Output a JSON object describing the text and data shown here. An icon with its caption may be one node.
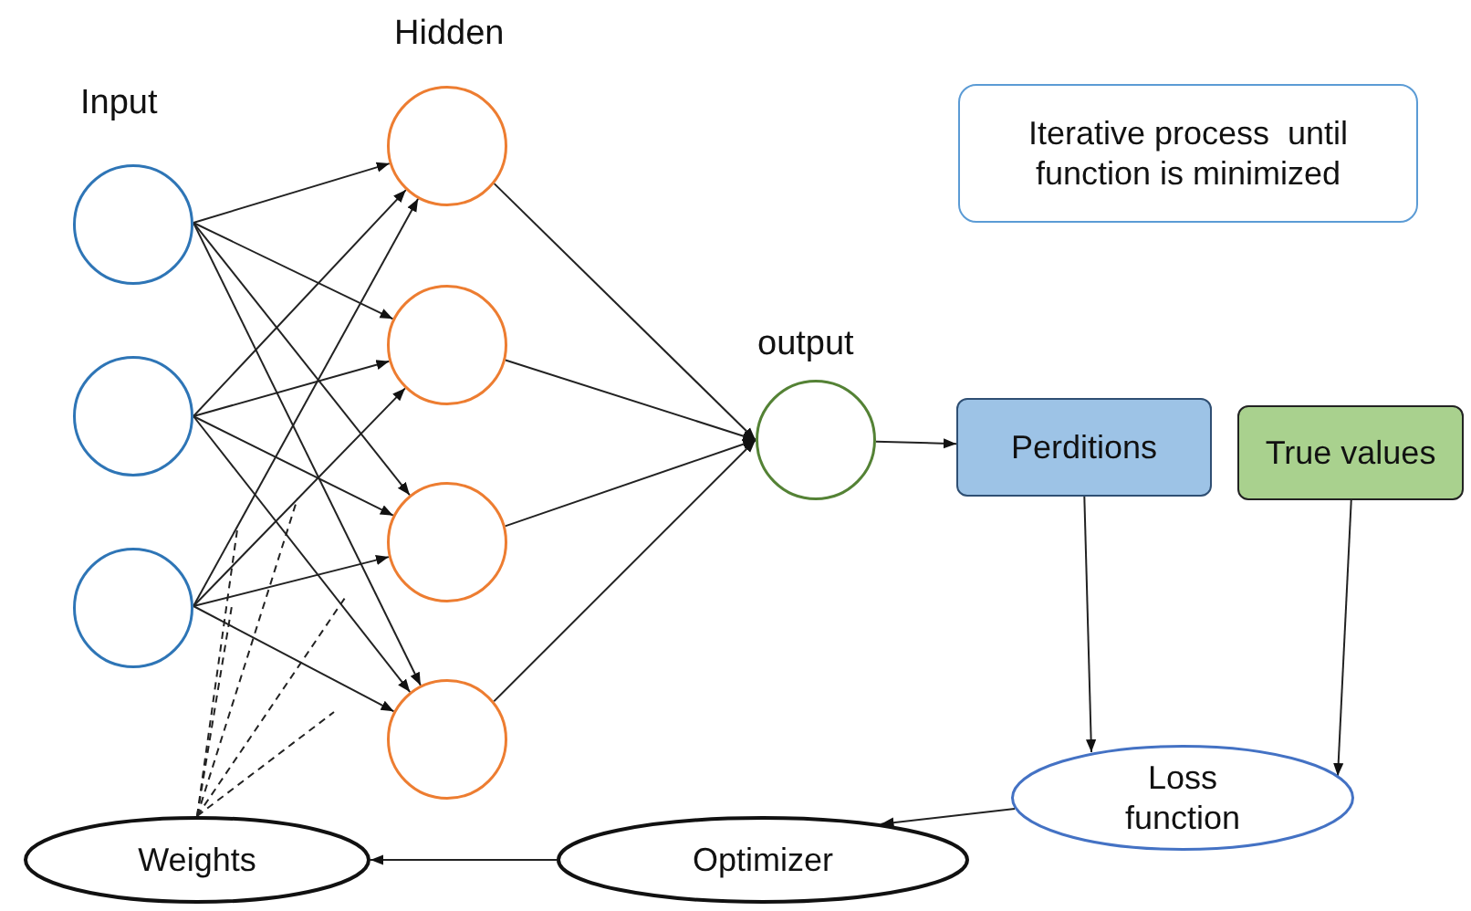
{
  "diagram": {
    "nodes": [
      {
        "text": [],
        "shape": "circle"
      },
      {
        "text": [],
        "shape": "circle"
      },
      {
        "text": [],
        "shape": "circle"
      },
      {
        "text": [],
        "shape": "circle"
      },
      {
        "text": [],
        "shape": "circle"
      },
      {
        "text": [],
        "shape": "circle"
      },
      {
        "text": [],
        "shape": "circle"
      },
      {
        "text": [],
        "shape": "circle",
        "beside": [
          "output"
        ]
      },
      {
        "text": [
          "Iterative process  until function is minimized"
        ]
      },
      {
        "text": [
          "Perditions"
        ]
      },
      {
        "text": [
          "True values"
        ]
      },
      {
        "text": [
          "Loss function"
        ]
      },
      {
        "text": [
          "Optimizer"
        ]
      },
      {
        "text": [
          "Weights"
        ]
      }
    ],
    "edges": [
      {
        "from": 0,
        "to": 3,
        "arrow": "to"
      },
      {
        "from": 0,
        "to": 4,
        "arrow": "to"
      },
      {
        "from": 0,
        "to": 5,
        "arrow": "to"
      },
      {
        "from": 0,
        "to": 6,
        "arrow": "to"
      },
      {
        "from": 1,
        "to": 3,
        "arrow": "to"
      },
      {
        "from": 1,
        "to": 4,
        "arrow": "to"
      },
      {
        "from": 1,
        "to": 5,
        "arrow": "to"
      },
      {
        "from": 1,
        "to": 6,
        "arrow": "to"
      },
      {
        "from": 2,
        "to": 3,
        "arrow": "to"
      },
      {
        "from": 2,
        "to": 4,
        "arrow": "to"
      },
      {
        "from": 2,
        "to": 5,
        "arrow": "to"
      },
      {
        "from": 2,
        "to": 6,
        "arrow": "to"
      },
      {
        "from": 3,
        "to": 7,
        "arrow": "to"
      },
      {
        "from": 4,
        "to": 7,
        "arrow": "to"
      },
      {
        "from": 5,
        "to": 7,
        "arrow": "to"
      },
      {
        "from": 6,
        "to": 7,
        "arrow": "to"
      },
      {
        "from": 7,
        "to": 9,
        "arrow": "to"
      },
      {
        "from": 9,
        "to": 11,
        "arrow": "to"
      },
      {
        "from": 10,
        "to": 11,
        "arrow": "to"
      },
      {
        "from": 11,
        "to": 12,
        "arrow": "to"
      },
      {
        "from": 12,
        "to": 13,
        "arrow": "to"
      },
      {
        "from": 13,
        "to": null,
        "arrow": "none",
        "style": "dashed"
      },
      {
        "from": 13,
        "to": null,
        "arrow": "none",
        "style": "dashed"
      },
      {
        "from": 13,
        "to": null,
        "arrow": "none",
        "style": "dashed"
      },
      {
        "from": 13,
        "to": null,
        "arrow": "none",
        "style": "dashed"
      },
      {
        "from": 13,
        "to": null,
        "arrow": "none",
        "style": "dashed"
      }
    ],
    "labels": [
      "Hidden",
      "Input"
    ]
  }
}
